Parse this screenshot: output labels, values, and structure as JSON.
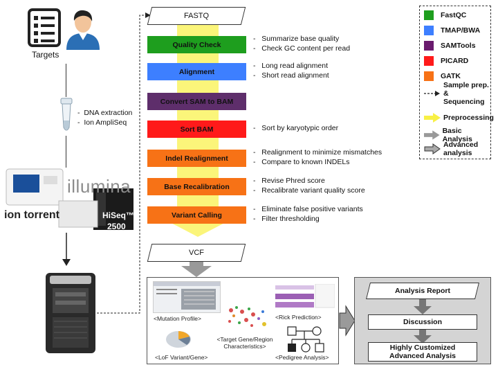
{
  "left": {
    "targets_label": "Targets",
    "prep_notes": [
      "DNA extraction",
      "Ion AmpliSeq"
    ],
    "ion_torrent_text": "ion torrent",
    "illumina_text": "illumina",
    "hiseq_text": "HiSeq™",
    "hiseq_model": "2500"
  },
  "pipeline": {
    "input": "FASTQ",
    "output": "VCF",
    "steps": [
      {
        "label": "Quality Check",
        "color": "#1e9e1e",
        "notes": [
          "Summarize base quality",
          "Check GC content per read"
        ]
      },
      {
        "label": "Alignment",
        "color": "#3d7fff",
        "notes": [
          "Long read alignment",
          "Short read alignment"
        ]
      },
      {
        "label": "Convert SAM to BAM",
        "color": "#5e2e6b",
        "notes": []
      },
      {
        "label": "Sort BAM",
        "color": "#ff1a1a",
        "notes": [
          "Sort by karyotypic order"
        ]
      },
      {
        "label": "Indel Realignment",
        "color": "#f77216",
        "notes": [
          "Realignment to minimize mismatches",
          "Compare to known INDELs"
        ]
      },
      {
        "label": "Base Recalibration",
        "color": "#f77216",
        "notes": [
          "Revise Phred score",
          "Recalibrate variant quality score"
        ]
      },
      {
        "label": "Variant Calling",
        "color": "#f77216",
        "notes": [
          "Eliminate false positive variants",
          "Filter thresholding"
        ]
      }
    ]
  },
  "legend": {
    "items": [
      {
        "label": "FastQC",
        "color": "#1e9e1e"
      },
      {
        "label": "TMAP/BWA",
        "color": "#3d7fff"
      },
      {
        "label": "SAMTools",
        "color": "#6a1b6e"
      },
      {
        "label": "PICARD",
        "color": "#ff1a1a"
      },
      {
        "label": "GATK",
        "color": "#f77216"
      }
    ],
    "arrow_items": [
      {
        "label": "Sample prep. & Sequencing",
        "kind": "dashed-arrow"
      },
      {
        "label": "Preprocessing",
        "kind": "yellow-arrow"
      },
      {
        "label": "Basic Analysis",
        "kind": "gray-arrow"
      },
      {
        "label": "Advanced analysis",
        "kind": "outlined-arrow"
      }
    ]
  },
  "basic_analysis": {
    "captions": [
      "<Mutation Profile>",
      "<Rick Prediction>",
      "<Target Gene/Region Characteristics>",
      "<LoF Variant/Gene>",
      "<Pedigree Analysis>"
    ]
  },
  "advanced": {
    "items": [
      "Analysis Report",
      "Discussion",
      "Highly Customized Advanced Analysis"
    ]
  }
}
